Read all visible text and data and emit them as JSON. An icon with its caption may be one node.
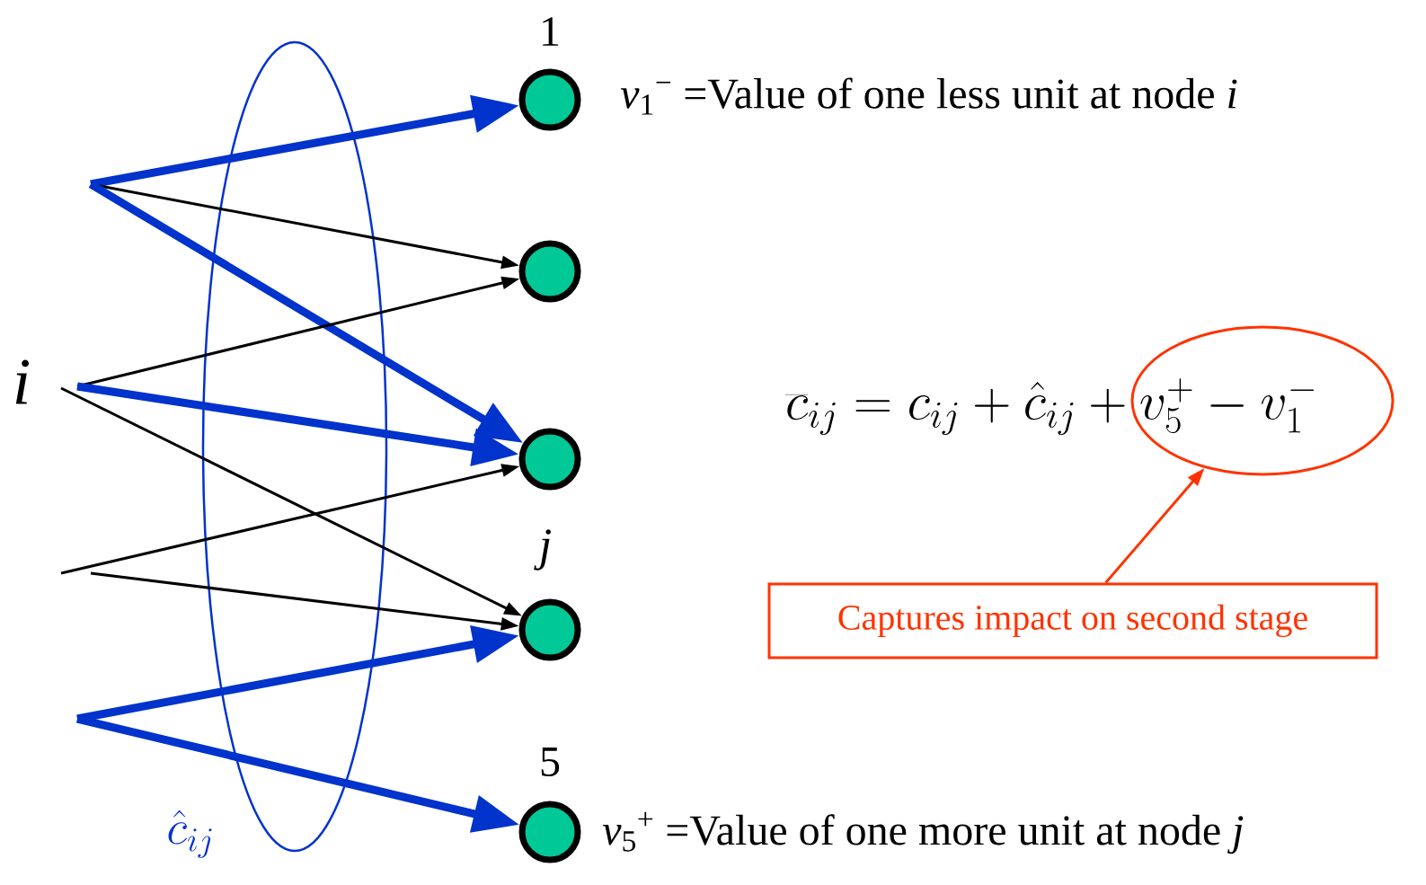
{
  "diagram": {
    "nodes": [
      {
        "text": [],
        "shape": "circle",
        "beside": [
          "1",
          "*v*$_{1}$$^{−}$ =Value of one less unit at node *i*"
        ]
      },
      {
        "text": [],
        "shape": "circle"
      },
      {
        "text": [],
        "shape": "circle"
      },
      {
        "text": [],
        "shape": "circle",
        "beside": [
          "j"
        ]
      },
      {
        "text": [],
        "shape": "circle",
        "beside": [
          "5",
          "*v*$_{5}$$^{+}$ =Value of one more unit at node *j*"
        ]
      },
      {
        "text": [
          "Captures impact on second stage"
        ]
      },
      {
        "text": [],
        "shape": "ellipse"
      },
      {
        "text": [],
        "shape": "ellipse"
      }
    ],
    "edges": [
      {
        "from": null,
        "to": 0,
        "arrow": "to",
        "style": "thick"
      },
      {
        "from": null,
        "to": 1,
        "arrow": "to",
        "color": "#000000"
      },
      {
        "from": null,
        "to": 2,
        "arrow": "to",
        "style": "thick"
      },
      {
        "from": null,
        "to": 1,
        "arrow": "to",
        "color": "#000000"
      },
      {
        "from": null,
        "to": 2,
        "arrow": "to",
        "style": "thick"
      },
      {
        "from": null,
        "to": 3,
        "arrow": "to",
        "color": "#000000"
      },
      {
        "from": null,
        "to": 2,
        "arrow": "to",
        "color": "#000000"
      },
      {
        "from": null,
        "to": 3,
        "arrow": "to",
        "color": "#000000"
      },
      {
        "from": null,
        "to": 3,
        "arrow": "to",
        "style": "thick"
      },
      {
        "from": null,
        "to": 4,
        "arrow": "to",
        "style": "thick"
      },
      {
        "from": 5,
        "to": 7,
        "arrow": "to",
        "color": "#ff3300"
      }
    ],
    "labels": [
      "i",
      "\\hat{c}_{ij}",
      "\\overline{c}_{ij} = c_{ij} + \\hat{c}_{ij} + v_5^{+} - v_1^{-}"
    ]
  }
}
